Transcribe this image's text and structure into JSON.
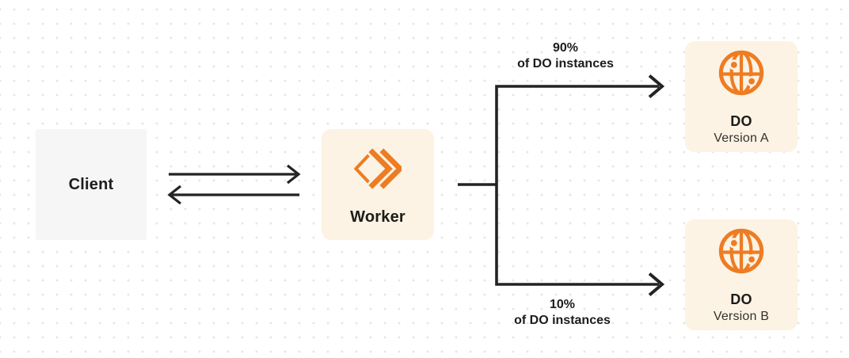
{
  "diagram": {
    "nodes": {
      "client": {
        "label": "Client"
      },
      "worker": {
        "label": "Worker",
        "icon": "cloudflare-workers-icon"
      },
      "do_version_a": {
        "title": "DO",
        "subtitle": "Version A",
        "icon": "globe-icon"
      },
      "do_version_b": {
        "title": "DO",
        "subtitle": "Version B",
        "icon": "globe-icon"
      }
    },
    "edges": {
      "client_worker": {
        "type": "bidirectional-arrows",
        "from": "client",
        "to": "worker"
      },
      "split_top": {
        "percent": "90%",
        "caption": "of DO instances",
        "from": "worker",
        "to": "do_version_a"
      },
      "split_bottom": {
        "percent": "10%",
        "caption": "of DO instances",
        "from": "worker",
        "to": "do_version_b"
      }
    }
  },
  "colors": {
    "orange": "#EE7C23",
    "cream": "#FCF3E4",
    "client_gray": "#F6F6F7",
    "line": "#232323",
    "text": "#1D1C1A",
    "subtext": "#33312D",
    "dot": "#E6E6E6",
    "canvas_bg": "#FFFFFF"
  }
}
